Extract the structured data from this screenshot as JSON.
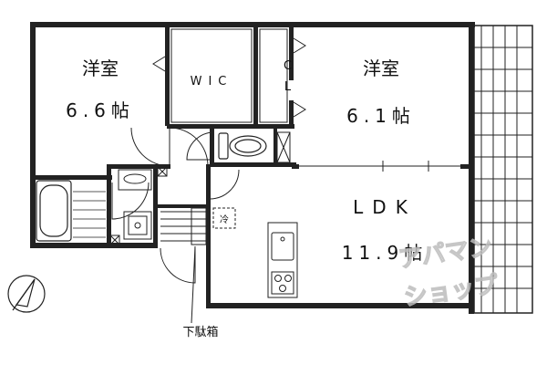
{
  "rooms": {
    "western_left": {
      "name": "洋室",
      "size": "6.6帖"
    },
    "walk_in_closet": {
      "name": "WIC"
    },
    "closet": {
      "name": "CL"
    },
    "western_right": {
      "name": "洋室",
      "size": "6.1帖"
    },
    "ldk": {
      "name": "LDK",
      "size": "11.9帖"
    }
  },
  "fridge_label": "冷",
  "shoe_cabinet_label": "下駄箱",
  "watermark": {
    "line1": "アパマン",
    "line2": "ショップ"
  },
  "icons": {
    "compass": "north-arrow-icon",
    "toilet": "toilet-icon",
    "bathtub": "bathtub-icon",
    "washbasin": "washbasin-icon",
    "stove": "stove-icon",
    "sink": "kitchen-sink-icon"
  }
}
